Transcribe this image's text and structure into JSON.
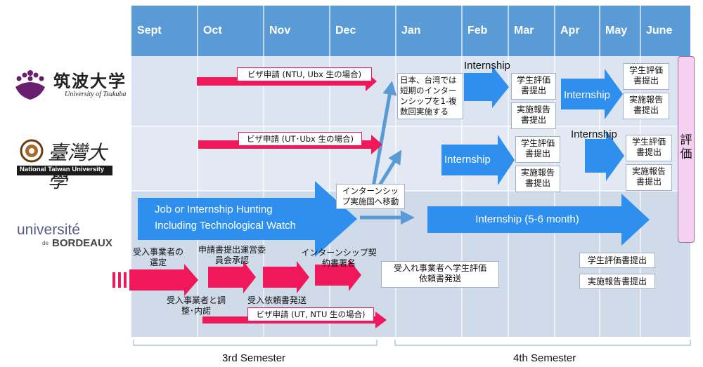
{
  "months": [
    "Sept",
    "Oct",
    "Nov",
    "Dec",
    "Jan",
    "Feb",
    "Mar",
    "Apr",
    "May",
    "June"
  ],
  "universities": {
    "tsukuba": {
      "name_jp": "筑波大学",
      "name_en": "University of Tsukuba"
    },
    "ntu": {
      "name_jp": "臺灣大學",
      "name_en": "National Taiwan University"
    },
    "bordeaux": {
      "line1": "université",
      "line2_prefix": "de",
      "line2": "BORDEAUX"
    }
  },
  "tsukuba_row": {
    "visa": "ビザ申請 (NTU, Ubx 生の場合)",
    "note": "日本、台湾では短期のインターンシップを1-複数回実施する",
    "internship1": "Internship",
    "eval1": "学生評価書提出",
    "report1": "実施報告書提出",
    "internship2": "Internship",
    "eval2": "学生評価書提出",
    "report2": "実施報告書提出"
  },
  "ntu_row": {
    "visa": "ビザ申請 (UT･Ubx 生の場合)",
    "internship1": "Internship",
    "eval1": "学生評価書提出",
    "report1": "実施報告書提出",
    "internship2": "Internship",
    "eval2": "学生評価書提出",
    "report2": "実施報告書提出"
  },
  "bordeaux_row": {
    "hunting_line1": "Job or Internship Hunting",
    "hunting_line2": "Including Technological Watch",
    "move": "インターンシップ実施国へ移動",
    "internship_long": "Internship (5-6 month)",
    "step1": "受入事業者の選定",
    "step2": "申請書提出運営委員会承認",
    "step3": "受入依頼書発送",
    "step4": "インターンシップ契約書署名",
    "adjust": "受入事業者と調整･内諾",
    "visa": "ビザ申請 (UT, NTU 生の場合)",
    "eval_request": "受入れ事業者へ学生評価依頼書発送",
    "eval": "学生評価書提出",
    "report": "実施報告書提出"
  },
  "evaluation": "評価",
  "semesters": {
    "third": "3rd Semester",
    "fourth": "4th Semester"
  },
  "colors": {
    "header": "#5b9bd5",
    "row_light": "#dbe4f0",
    "row_dark": "#c8d4e6",
    "arrow_blue": "#2e8fef",
    "arrow_red": "#f0185a",
    "eval_pink": "#f6d0f1"
  }
}
